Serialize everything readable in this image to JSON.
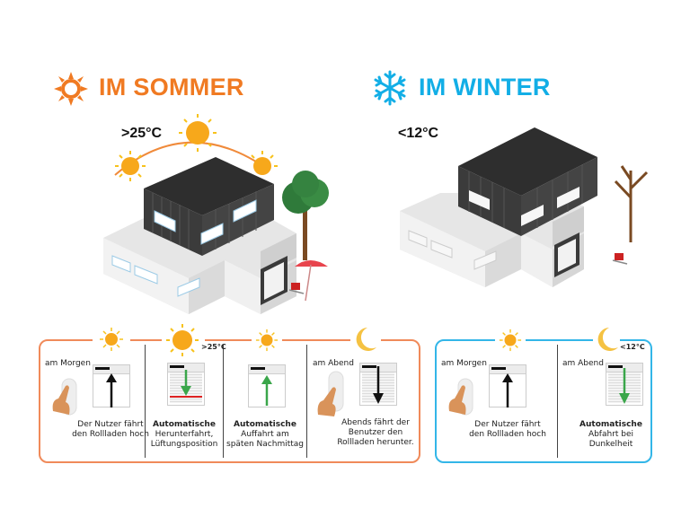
{
  "summer": {
    "title": "IM SOMMER",
    "icon": "sun-icon",
    "color": "#F07A22",
    "temperature_label": ">25°C",
    "steps": [
      {
        "time_label": "am Morgen",
        "icon": "sun-icon",
        "caption_bold": "",
        "caption": "Der Nutzer fährt den Rollladen hoch",
        "action": "up",
        "actor": "manual"
      },
      {
        "time_label": "",
        "icon": "sun-large-icon",
        "temp_label": ">25°C",
        "caption_bold": "Automatische",
        "caption": "Herunterfahrt, Lüftungsposition",
        "action": "down",
        "actor": "automatic"
      },
      {
        "time_label": "",
        "icon": "sun-icon",
        "caption_bold": "Automatische",
        "caption": "Auffahrt am späten Nachmittag",
        "action": "up",
        "actor": "automatic"
      },
      {
        "time_label": "am Abend",
        "icon": "moon-icon",
        "caption_bold": "",
        "caption": "Abends fährt der Benutzer den Rollladen herunter.",
        "action": "down",
        "actor": "manual"
      }
    ]
  },
  "winter": {
    "title": "IM WINTER",
    "icon": "snowflake-icon",
    "color": "#12AEE6",
    "temperature_label": "<12°C",
    "steps": [
      {
        "time_label": "am Morgen",
        "icon": "sun-icon",
        "caption_bold": "",
        "caption": "Der Nutzer fährt den Rollladen hoch",
        "action": "up",
        "actor": "manual"
      },
      {
        "time_label": "am Abend",
        "icon": "moon-icon",
        "temp_label": "<12°C",
        "caption_bold": "Automatische",
        "caption": "Abfahrt bei Dunkelheit",
        "action": "down",
        "actor": "automatic"
      }
    ]
  },
  "colors": {
    "arrow_manual": "#111111",
    "arrow_auto": "#3AA64A",
    "sun": "#F7A81B",
    "moon": "#F5C242",
    "summer_border": "#F08A5A",
    "winter_border": "#33B6E8"
  }
}
